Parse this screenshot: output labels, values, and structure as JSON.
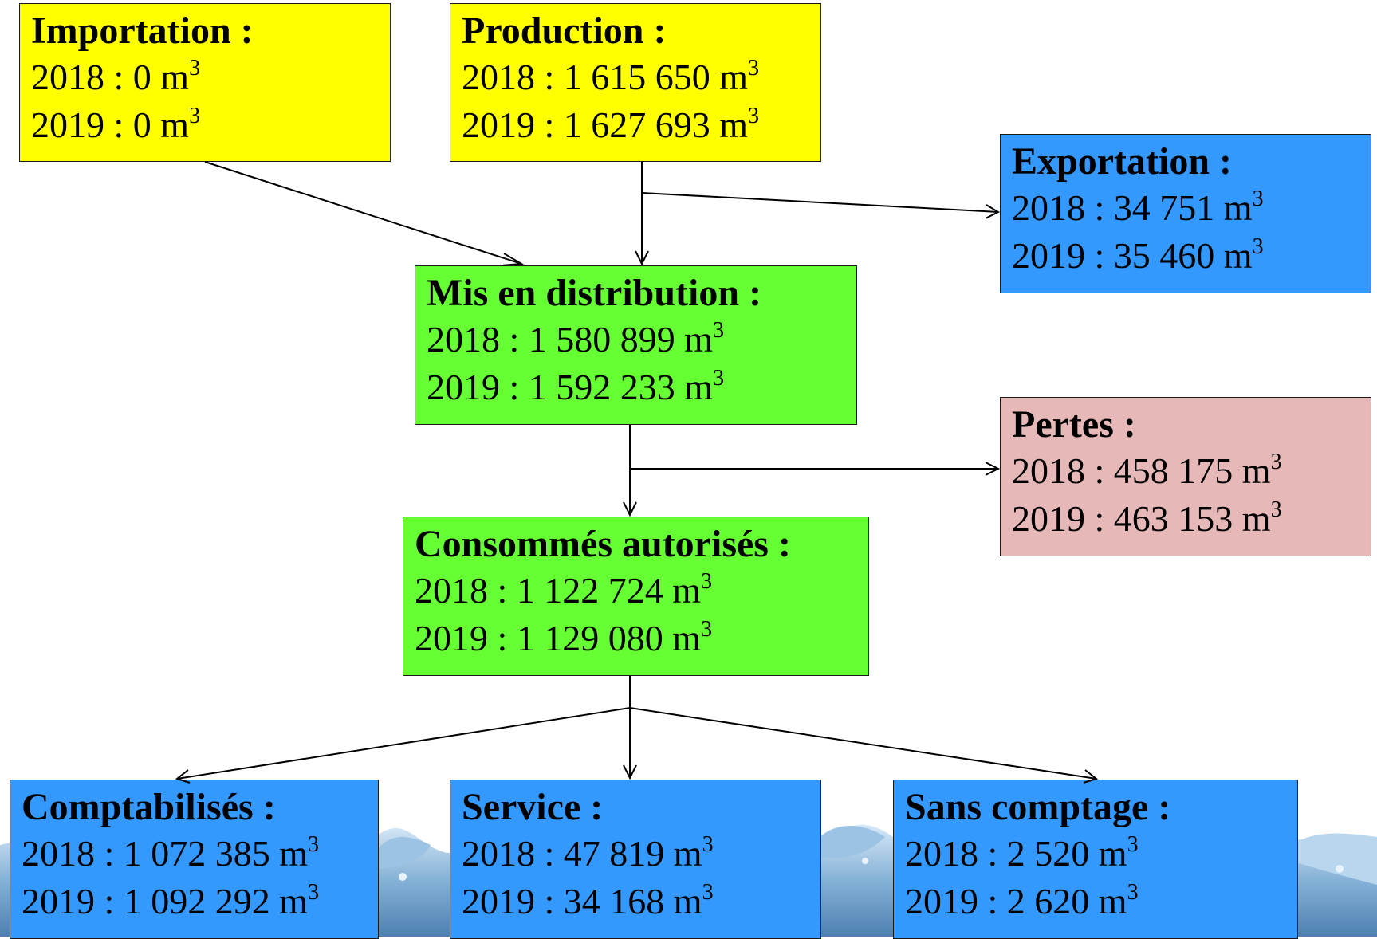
{
  "nodes": {
    "importation": {
      "title": "Importation :",
      "y2018": "2018 : 0 m",
      "y2019": "2019 : 0 m",
      "unit_exp": "3",
      "color": "#ffff00"
    },
    "production": {
      "title": "Production :",
      "y2018": "2018 : 1 615 650 m",
      "y2019": "2019 :  1 627 693 m",
      "unit_exp": "3",
      "color": "#ffff00"
    },
    "exportation": {
      "title": "Exportation :",
      "y2018": "2018 : 34 751 m",
      "y2019": "2019 : 35 460 m",
      "unit_exp": "3",
      "color": "#3399ff"
    },
    "distribution": {
      "title": "Mis en distribution :",
      "y2018": "2018 : 1 580 899 m",
      "y2019": "2019 : 1 592 233 m",
      "unit_exp": "3",
      "color": "#66ff33"
    },
    "pertes": {
      "title": "Pertes :",
      "y2018": "2018 : 458 175 m",
      "y2019": "2019 : 463 153 m",
      "unit_exp": "3",
      "color": "#e6b8b7"
    },
    "consommes": {
      "title": "Consommés autorisés :",
      "y2018": "2018 : 1 122 724 m",
      "y2019": "2019 : 1 129 080 m",
      "unit_exp": "3",
      "color": "#66ff33"
    },
    "comptabilises": {
      "title": "Comptabilisés :",
      "y2018": "2018 : 1 072 385 m",
      "y2019": "2019 : 1 092 292 m",
      "unit_exp": "3",
      "color": "#3399ff"
    },
    "service": {
      "title": "Service :",
      "y2018": "2018 : 47 819 m",
      "y2019": "2019 : 34 168 m",
      "unit_exp": "3",
      "color": "#3399ff"
    },
    "sans_comptage": {
      "title": "Sans comptage :",
      "y2018": "2018 : 2 520 m",
      "y2019": "2019 : 2 620 m",
      "unit_exp": "3",
      "color": "#3399ff"
    }
  },
  "edges": [
    {
      "from": "importation",
      "to": "distribution"
    },
    {
      "from": "production",
      "to": "distribution"
    },
    {
      "from": "production",
      "to": "exportation"
    },
    {
      "from": "distribution",
      "to": "consommes"
    },
    {
      "from": "distribution",
      "to": "pertes"
    },
    {
      "from": "consommes",
      "to": "comptabilises"
    },
    {
      "from": "consommes",
      "to": "service"
    },
    {
      "from": "consommes",
      "to": "sans_comptage"
    }
  ]
}
